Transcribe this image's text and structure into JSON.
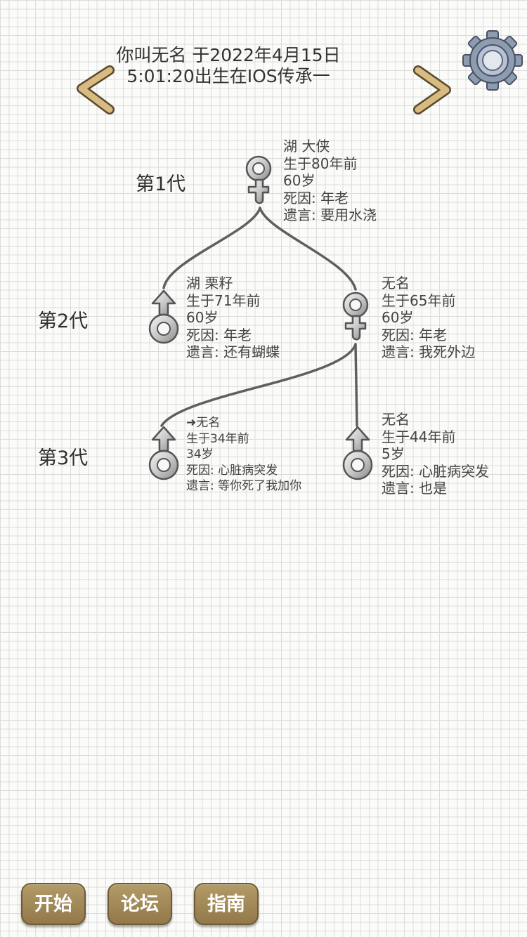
{
  "header": {
    "title_line1": "你叫无名 于2022年4月15日",
    "title_line2": "5:01:20出生在IOS传承一"
  },
  "icons": {
    "prev": "chevron-left-icon",
    "next": "chevron-right-icon",
    "settings": "gear-icon",
    "female": "female-symbol-icon",
    "male": "male-symbol-icon"
  },
  "generations": [
    "第1代",
    "第2代",
    "第3代"
  ],
  "people": [
    {
      "id": "g1",
      "gender": "female",
      "name": "湖 大侠",
      "born": "生于80年前",
      "age": "60岁",
      "death": "死因: 年老",
      "words": "遗言: 要用水浇"
    },
    {
      "id": "g2a",
      "gender": "male",
      "name": "湖 栗籽",
      "born": "生于71年前",
      "age": "60岁",
      "death": "死因: 年老",
      "words": "遗言: 还有蝴蝶"
    },
    {
      "id": "g2b",
      "gender": "female",
      "name": "无名",
      "born": "生于65年前",
      "age": "60岁",
      "death": "死因: 年老",
      "words": "遗言: 我死外边"
    },
    {
      "id": "g3a",
      "gender": "male",
      "name": "➜无名",
      "born": "生于34年前",
      "age": "34岁",
      "death": "死因: 心脏病突发",
      "words": "遗言: 等你死了我加你"
    },
    {
      "id": "g3b",
      "gender": "male",
      "name": "无名",
      "born": "生于44年前",
      "age": "5岁",
      "death": "死因: 心脏病突发",
      "words": "遗言: 也是"
    }
  ],
  "buttons": {
    "start": "开始",
    "forum": "论坛",
    "guide": "指南"
  },
  "colors": {
    "button_bg": "#a08756",
    "grid_line": "#dcdcda",
    "arrow_gold": "#c9a86a"
  }
}
